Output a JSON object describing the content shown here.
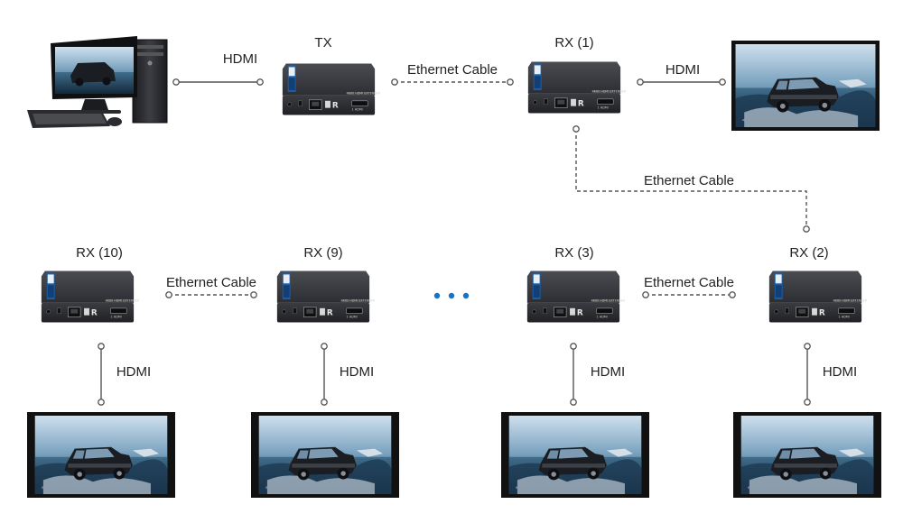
{
  "devices": {
    "tx": {
      "label": "TX",
      "badge": "HDMI"
    },
    "rx1": {
      "label": "RX  (1)",
      "badge": "HDMI"
    },
    "rx2": {
      "label": "RX  (2)",
      "badge": "HDMI"
    },
    "rx3": {
      "label": "RX  (3)",
      "badge": "HDMI"
    },
    "rx9": {
      "label": "RX  (9)",
      "badge": "HDMI"
    },
    "rx10": {
      "label": "RX  (10)",
      "badge": "HDMI"
    }
  },
  "links": {
    "pc_tx": "HDMI",
    "tx_rx1": "Ethernet Cable",
    "rx1_mon": "HDMI",
    "rx1_rx2": "Ethernet Cable",
    "rx2_rx3": "Ethernet Cable",
    "rx9_rx10": "Ethernet Cable",
    "rx10_mon": "HDMI",
    "rx9_mon": "HDMI",
    "rx3_mon": "HDMI",
    "rx2_mon": "HDMI"
  },
  "colors": {
    "hdmi_line": "#555555",
    "ethernet_line": "#555555",
    "ellipsis": "#1a73c9",
    "device_body": "#2b2d31",
    "monitor_bezel": "#111111"
  }
}
